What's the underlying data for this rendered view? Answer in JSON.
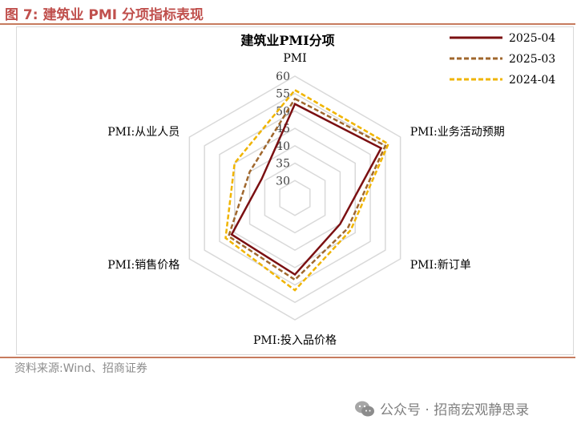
{
  "figure_title": "图 7:  建筑业 PMI 分项指标表现",
  "source": "资料来源:Wind、招商证券",
  "watermark": "公众号 · 招商宏观静思录",
  "colors": {
    "accent": "#c0504d",
    "rule": "#c77b5e"
  },
  "chart_data": {
    "type": "radar",
    "title": "建筑业PMI分项",
    "axes": [
      "PMI",
      "PMI:业务活动预期",
      "PMI:新订单",
      "PMI:投入品价格",
      "PMI:销售价格",
      "PMI:从业人员"
    ],
    "rlim": [
      25,
      60
    ],
    "ticks": [
      30,
      35,
      40,
      45,
      50,
      55,
      60
    ],
    "grid": true,
    "legend_position": "top-right",
    "series": [
      {
        "name": "2025-04",
        "color": "#7b1012",
        "dash": "solid",
        "values": [
          52.0,
          53.6,
          40.0,
          47.0,
          46.0,
          36.0
        ]
      },
      {
        "name": "2025-03",
        "color": "#a0672d",
        "dash": "dashed",
        "values": [
          53.5,
          55.0,
          42.5,
          48.5,
          47.0,
          40.0
        ]
      },
      {
        "name": "2024-04",
        "color": "#f0b400",
        "dash": "dashed",
        "values": [
          56.0,
          56.0,
          43.5,
          51.5,
          48.0,
          45.0
        ]
      }
    ]
  }
}
